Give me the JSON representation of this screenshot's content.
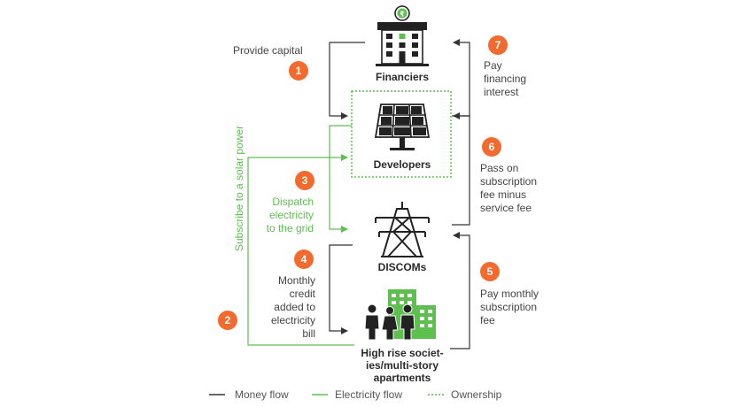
{
  "nodes": {
    "financiers": "Financiers",
    "developers": "Developers",
    "discoms": "DISCOMs",
    "residents": [
      "High rise societ-",
      "ies/multi-story",
      "apartments"
    ]
  },
  "steps": [
    {
      "num": "1",
      "text": [
        "Provide capital"
      ]
    },
    {
      "num": "2",
      "text": [
        "Subscribe to a solar power"
      ]
    },
    {
      "num": "3",
      "text": [
        "Dispatch",
        "electricity",
        "to the grid"
      ]
    },
    {
      "num": "4",
      "text": [
        "Monthly",
        "credit",
        "added to",
        "electricity",
        "bill"
      ]
    },
    {
      "num": "5",
      "text": [
        "Pay monthly",
        "subscription",
        "fee"
      ]
    },
    {
      "num": "6",
      "text": [
        "Pass on",
        "subscription",
        "fee minus",
        "service fee"
      ]
    },
    {
      "num": "7",
      "text": [
        "Pay",
        "financing",
        "interest"
      ]
    }
  ],
  "icons": {
    "financiers": "building-rupee-icon",
    "developers": "solar-panel-icon",
    "discoms": "transmission-tower-icon",
    "residents": "people-apartments-icon"
  },
  "legend": [
    {
      "label": "Money flow",
      "style": "solid",
      "color": "#333333"
    },
    {
      "label": "Electricity flow",
      "style": "solid",
      "color": "#5cbf4e"
    },
    {
      "label": "Ownership",
      "style": "dotted",
      "color": "#5cbf4e"
    }
  ],
  "colors": {
    "money": "#333333",
    "electricity": "#5cbf4e",
    "badge": "#f26a2e"
  }
}
